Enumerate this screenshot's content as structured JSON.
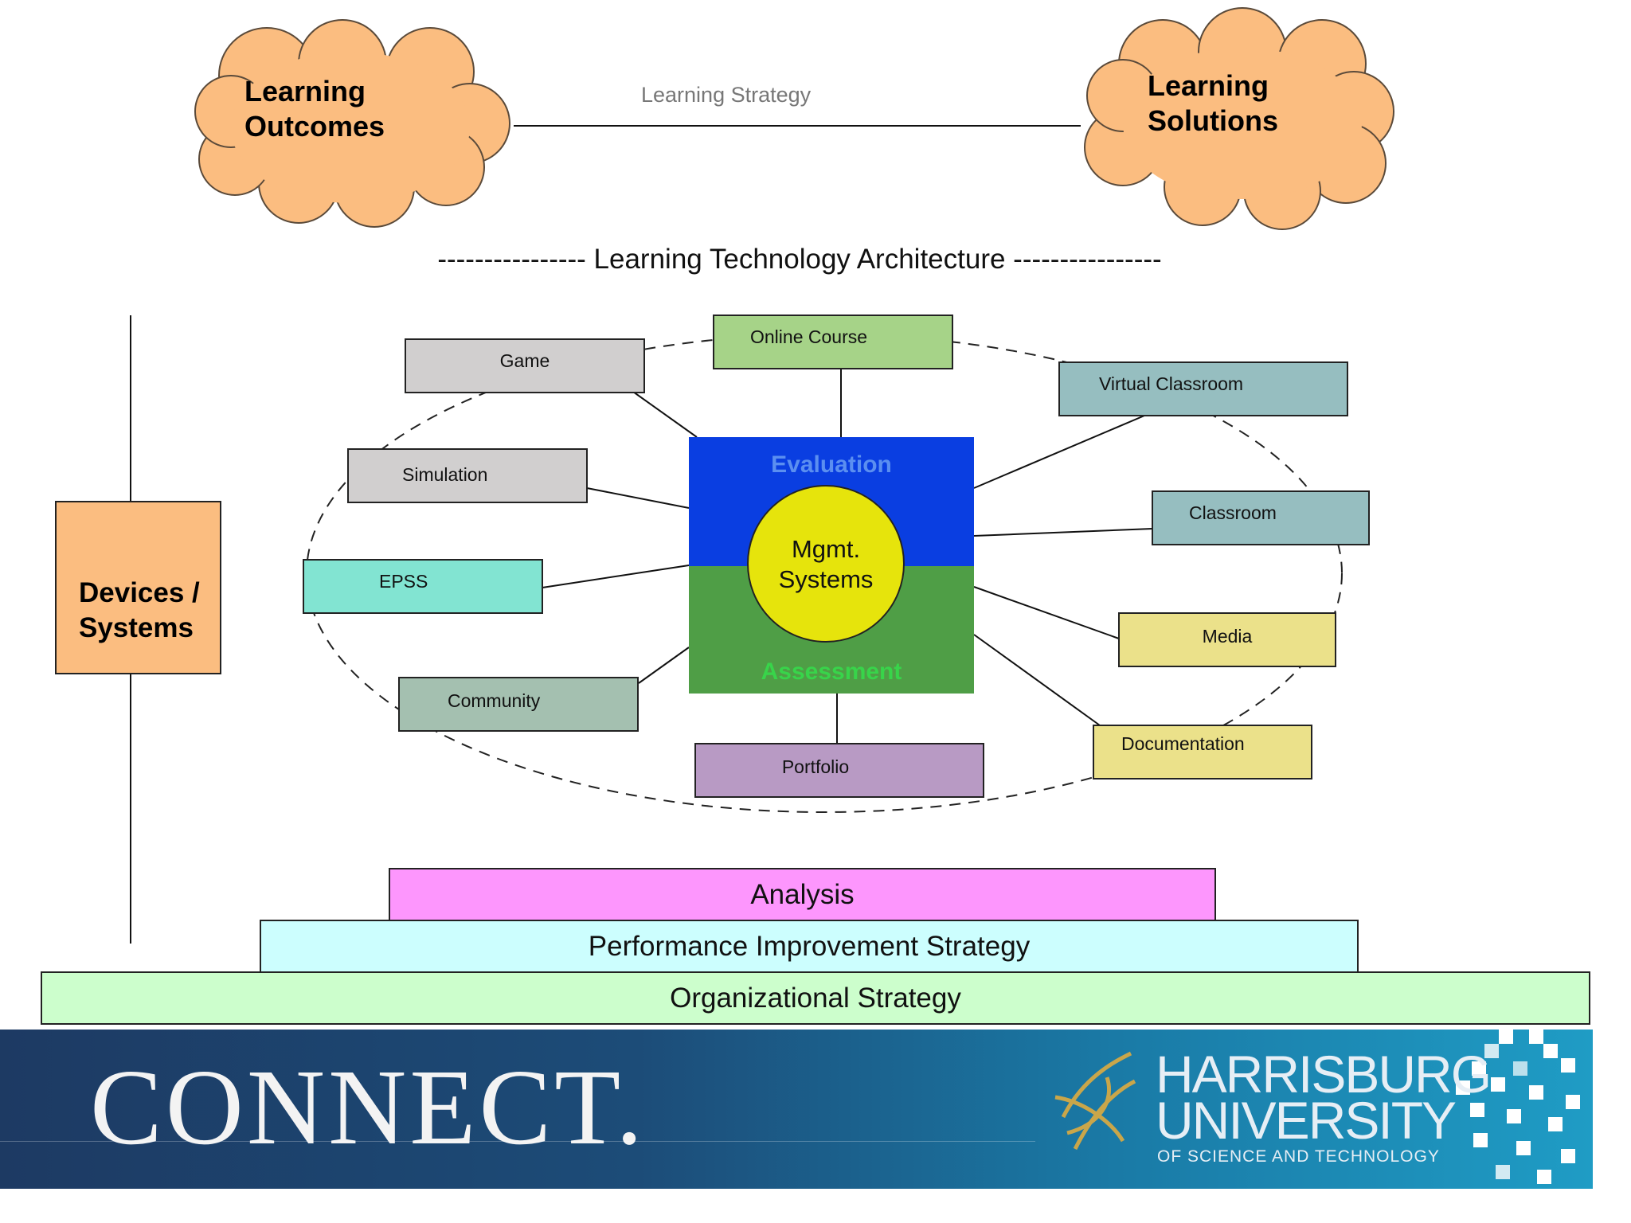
{
  "top": {
    "left_cloud": [
      "Learning",
      "Outcomes"
    ],
    "right_cloud": [
      "Learning",
      "Solutions"
    ],
    "connector_label": "Learning Strategy"
  },
  "architecture_title": "---------------- Learning Technology Architecture ----------------",
  "side": {
    "devices": [
      "Devices /",
      "Systems"
    ]
  },
  "center": {
    "top_label": "Evaluation",
    "bottom_label": "Assessment",
    "core": [
      "Mgmt.",
      "Systems"
    ]
  },
  "nodes": {
    "game": "Game",
    "online_course": "Online Course",
    "virtual_classroom": "Virtual Classroom",
    "simulation": "Simulation",
    "classroom": "Classroom",
    "epss": "EPSS",
    "media": "Media",
    "community": "Community",
    "portfolio": "Portfolio",
    "documentation": "Documentation"
  },
  "bars": {
    "analysis": "Analysis",
    "performance": "Performance Improvement Strategy",
    "organizational": "Organizational Strategy"
  },
  "footer": {
    "brand": "CONNECT.",
    "university_line1": "HARRISBURG",
    "university_line2": "UNIVERSITY",
    "university_sub": "OF SCIENCE AND TECHNOLOGY"
  },
  "colors": {
    "cloud": "#fbbd80",
    "game": "#d1cfcf",
    "simulation": "#d1cfcf",
    "online_course": "#a6d388",
    "virtual_classroom": "#96bec0",
    "classroom": "#96bec0",
    "epss": "#82e4d2",
    "media": "#ebe18a",
    "documentation": "#ebe18a",
    "community": "#a4c0b0",
    "portfolio": "#b89ac4",
    "evaluation": "#0a3ee1",
    "assessment": "#4f9e46",
    "mgmt": "#e6e40c",
    "analysis": "#fd96fd",
    "performance": "#ccfefe",
    "organizational": "#ccfecc"
  }
}
